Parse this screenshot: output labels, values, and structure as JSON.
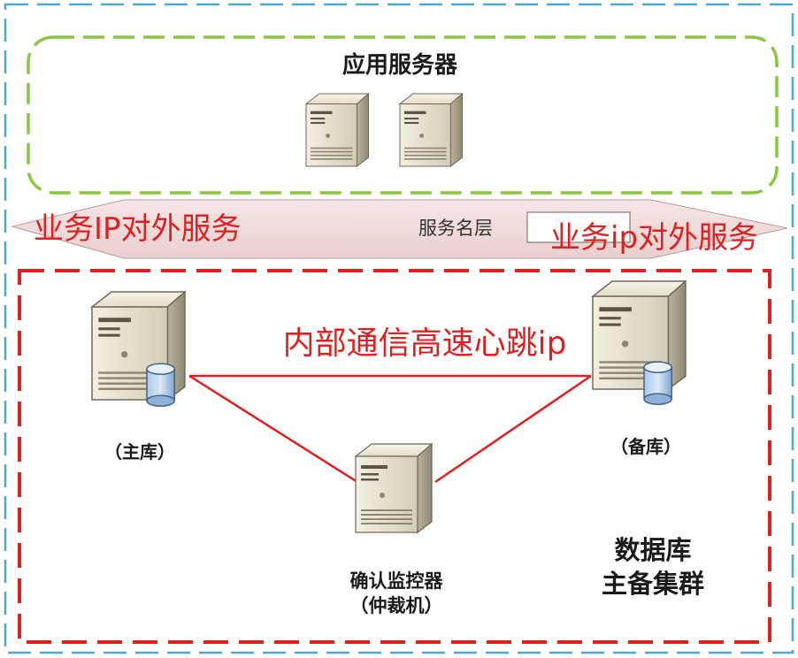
{
  "app_server_group": {
    "title": "应用服务器"
  },
  "service_layer": {
    "label": "服务名层",
    "left_text": "业务IP对外服务",
    "right_text": "业务ip对外服务"
  },
  "cluster": {
    "heartbeat_label": "内部通信高速心跳ip",
    "primary_label": "（主库）",
    "standby_label": "（备库）",
    "arbiter_label_line1": "确认监控器",
    "arbiter_label_line2": "（仲裁机）",
    "cluster_label_line1": "数据库",
    "cluster_label_line2": "主备集群"
  },
  "colors": {
    "outer_border": "#4aa8d8",
    "app_border": "#8cc63f",
    "cluster_border": "#e02020",
    "link": "#e02020",
    "band_fill": "#f2dcdc"
  }
}
